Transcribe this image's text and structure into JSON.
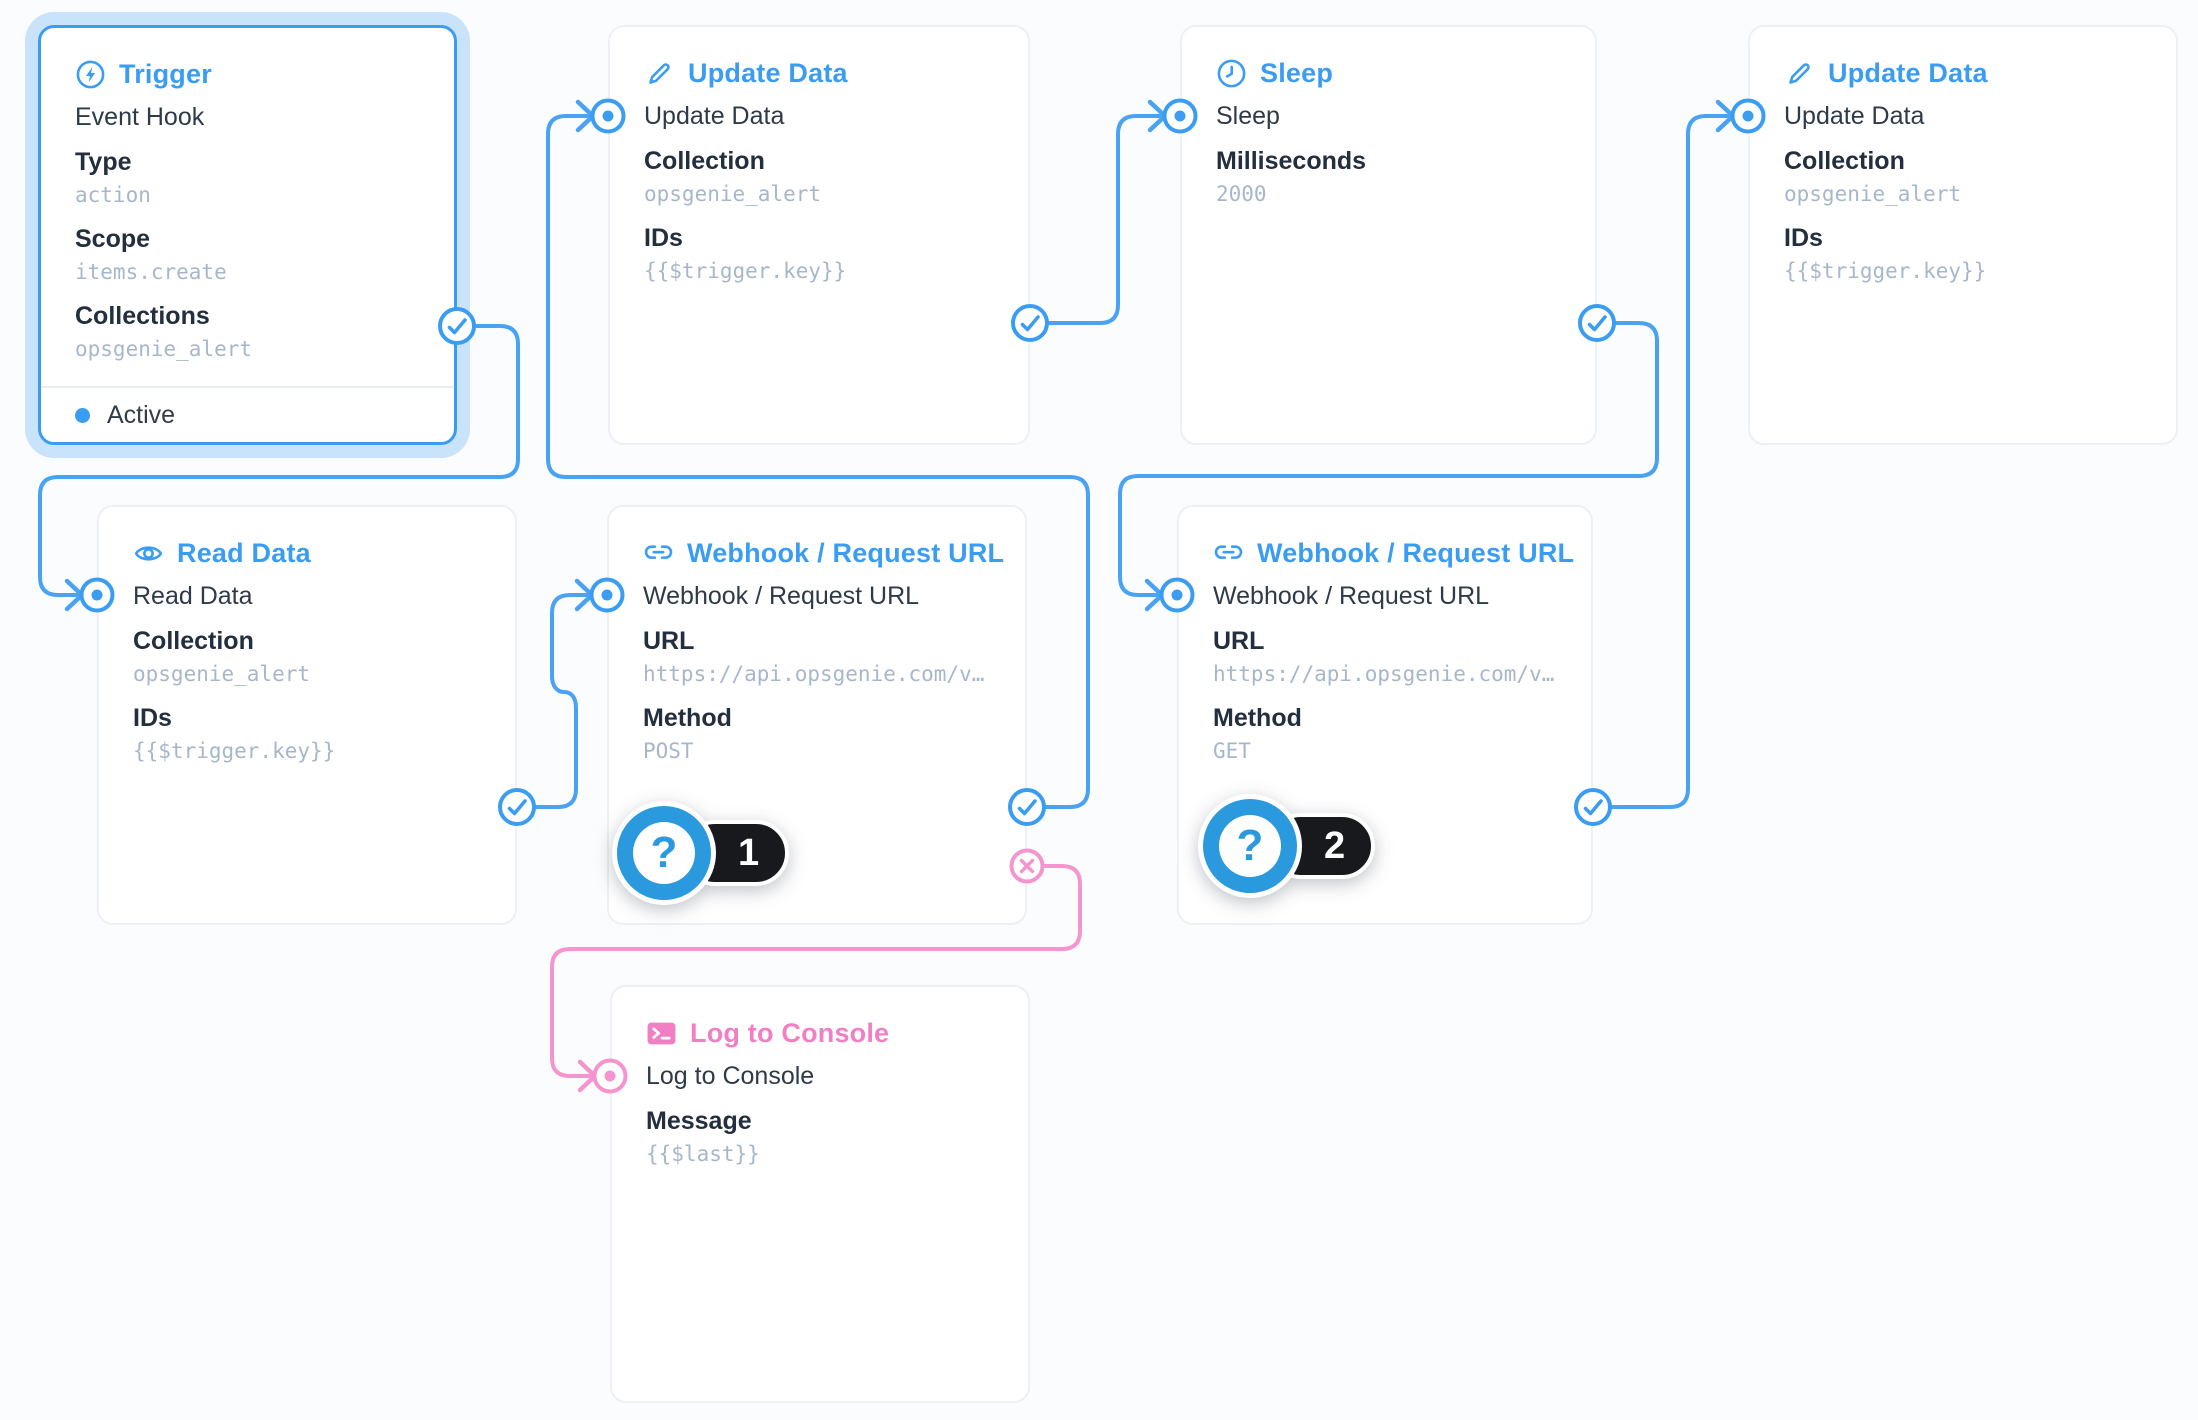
{
  "colors": {
    "blue": "#3b9df2",
    "pink": "#f07fc4",
    "wire": "#49a3f2",
    "wire-pink": "#f495cf",
    "halo": "#c9e3fb",
    "panel-border": "#edf0f4",
    "canvas-bg": "#fbfcfd",
    "text-name": "#2e3a49",
    "text-label": "#232f3e",
    "text-value": "#a7b7cb",
    "badge-bg": "#17191d",
    "badge-blue": "#2a99dd",
    "divider": "#e9edf1"
  },
  "panels": [
    {
      "id": "trigger",
      "icon": "bolt-circle-icon",
      "title": "Trigger",
      "name": "Event Hook",
      "status": "Active",
      "selected": true,
      "fields": [
        {
          "label": "Type",
          "value": "action"
        },
        {
          "label": "Scope",
          "value": "items.create"
        },
        {
          "label": "Collections",
          "value": "opsgenie_alert"
        }
      ]
    },
    {
      "id": "update-data-1",
      "icon": "pencil-icon",
      "title": "Update Data",
      "name": "Update Data",
      "fields": [
        {
          "label": "Collection",
          "value": "opsgenie_alert"
        },
        {
          "label": "IDs",
          "value": "{{$trigger.key}}"
        }
      ]
    },
    {
      "id": "sleep",
      "icon": "clock-icon",
      "title": "Sleep",
      "name": "Sleep",
      "fields": [
        {
          "label": "Milliseconds",
          "value": "2000"
        }
      ]
    },
    {
      "id": "update-data-2",
      "icon": "pencil-icon",
      "title": "Update Data",
      "name": "Update Data",
      "fields": [
        {
          "label": "Collection",
          "value": "opsgenie_alert"
        },
        {
          "label": "IDs",
          "value": "{{$trigger.key}}"
        }
      ]
    },
    {
      "id": "read-data",
      "icon": "eye-icon",
      "title": "Read Data",
      "name": "Read Data",
      "fields": [
        {
          "label": "Collection",
          "value": "opsgenie_alert"
        },
        {
          "label": "IDs",
          "value": "{{$trigger.key}}"
        }
      ]
    },
    {
      "id": "webhook-1",
      "icon": "link-icon",
      "title": "Webhook / Request URL",
      "name": "Webhook / Request URL",
      "badge": "1",
      "fields": [
        {
          "label": "URL",
          "value": "https://api.opsgenie.com/v…"
        },
        {
          "label": "Method",
          "value": "POST"
        }
      ]
    },
    {
      "id": "webhook-2",
      "icon": "link-icon",
      "title": "Webhook / Request URL",
      "name": "Webhook / Request URL",
      "badge": "2",
      "fields": [
        {
          "label": "URL",
          "value": "https://api.opsgenie.com/v…"
        },
        {
          "label": "Method",
          "value": "GET"
        }
      ]
    },
    {
      "id": "log-to-console",
      "icon": "terminal-icon",
      "title": "Log to Console",
      "name": "Log to Console",
      "fields": [
        {
          "label": "Message",
          "value": "{{$last}}"
        }
      ]
    }
  ],
  "badges": [
    {
      "glyph": "?",
      "number": "1"
    },
    {
      "glyph": "?",
      "number": "2"
    }
  ],
  "connections": [
    {
      "from": "trigger.resolve",
      "to": "read-data.input",
      "type": "resolve"
    },
    {
      "from": "read-data.resolve",
      "to": "webhook-1.input",
      "type": "resolve"
    },
    {
      "from": "webhook-1.resolve",
      "to": "update-data-1.input",
      "type": "resolve"
    },
    {
      "from": "update-data-1.resolve",
      "to": "sleep.input",
      "type": "resolve"
    },
    {
      "from": "sleep.resolve",
      "to": "webhook-2.input",
      "type": "resolve"
    },
    {
      "from": "webhook-2.resolve",
      "to": "update-data-2.input",
      "type": "resolve"
    },
    {
      "from": "webhook-1.reject",
      "to": "log-to-console.input",
      "type": "reject"
    }
  ]
}
